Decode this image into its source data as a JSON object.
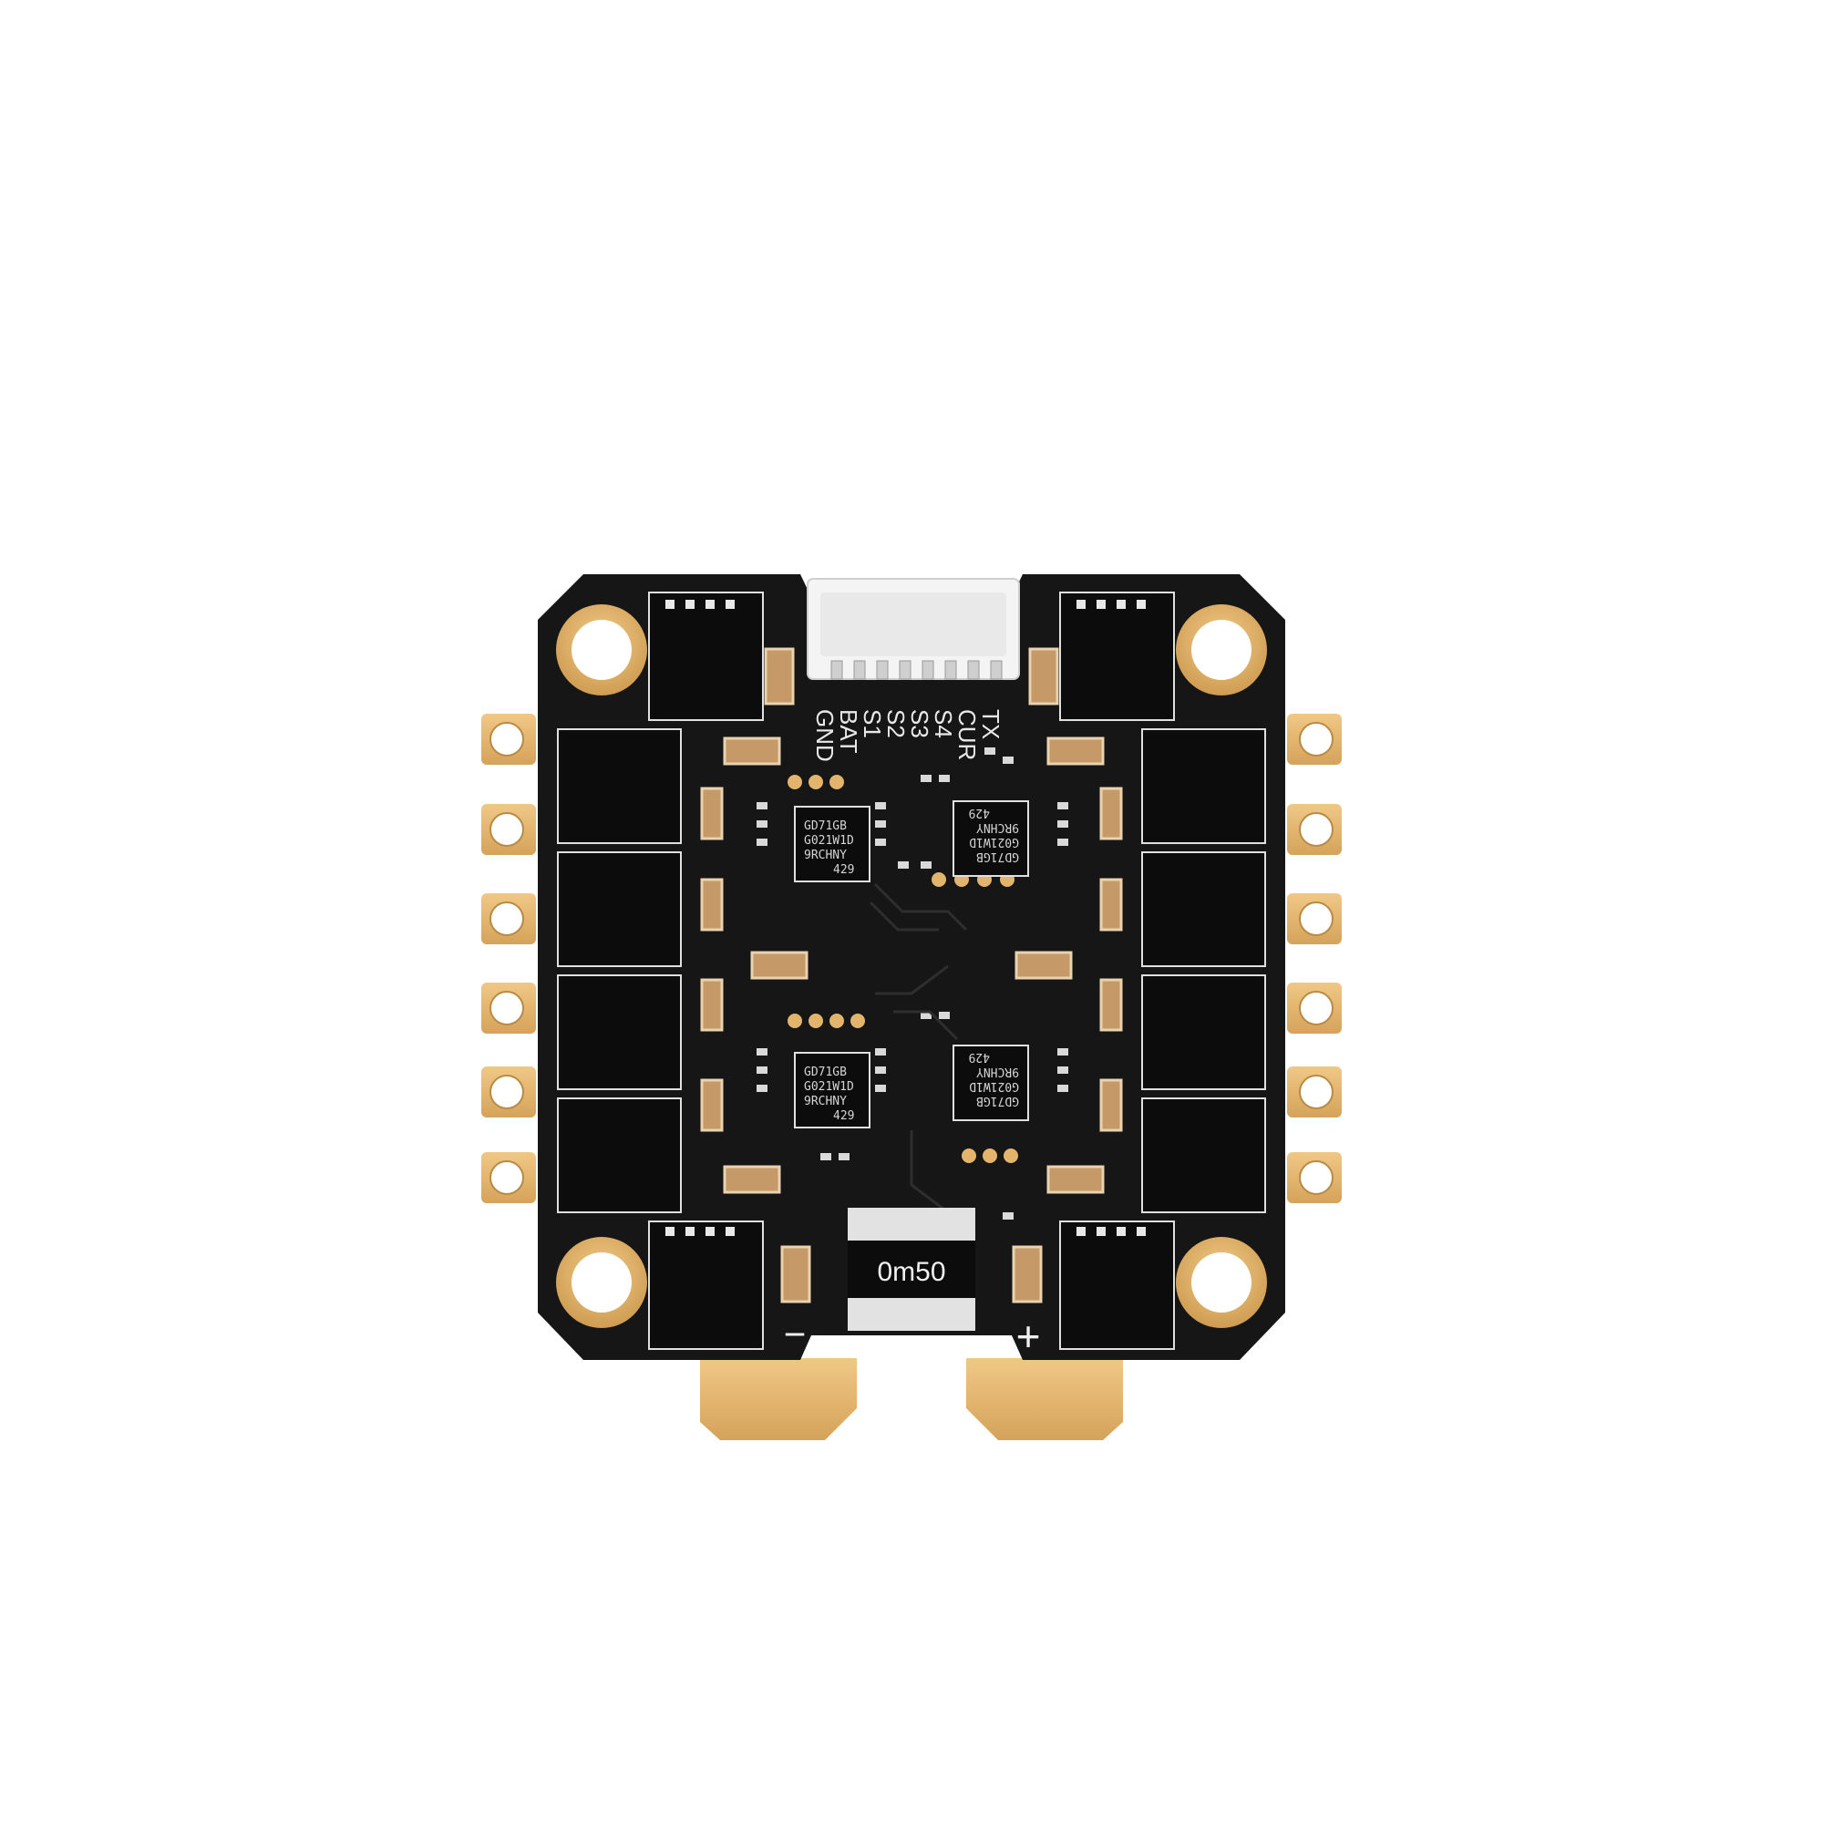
{
  "colors": {
    "background": "#ffffff",
    "pcb": "#161616",
    "gold": "#e3b56c",
    "gold_dark": "#c9954a",
    "silkscreen": "#e8e8e8",
    "connector": "#f2f2f2",
    "capacitor": "#c69a68",
    "mosfet": "#0c0c0c"
  },
  "connector_labels": [
    "TX",
    "CUR",
    "S4",
    "S3",
    "S2",
    "S1",
    "BAT",
    "GND"
  ],
  "chips": [
    {
      "line1": "GD71GB",
      "line2": "G021W1D",
      "line3": "9RCHNY",
      "line4": "429"
    },
    {
      "line1": "GD71GB",
      "line2": "G021W1D",
      "line3": "9RCHNY",
      "line4": "429"
    },
    {
      "line1": "GD71GB",
      "line2": "G021W1D",
      "line3": "9RCHNY",
      "line4": "429"
    },
    {
      "line1": "GD71GB",
      "line2": "G021W1D",
      "line3": "9RCHNY",
      "line4": "429"
    }
  ],
  "shunt_label": "0m50",
  "polarity": {
    "negative": "−",
    "positive": "+"
  }
}
